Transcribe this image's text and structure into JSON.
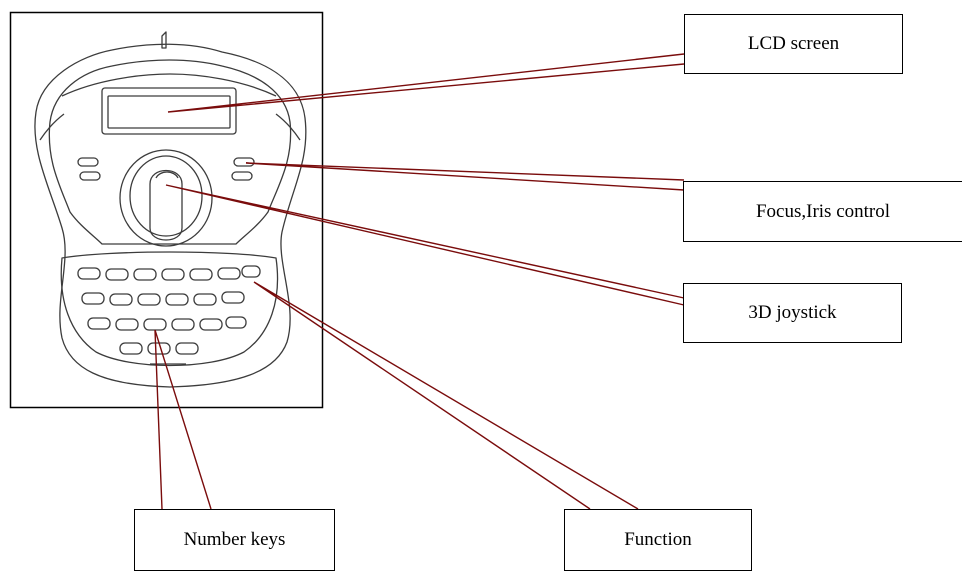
{
  "labels": {
    "lcd_screen": "LCD screen",
    "focus_iris": "Focus,Iris control",
    "joystick": "3D joystick",
    "number_keys": "Number keys",
    "function": "Function"
  },
  "colors": {
    "leader_line": "#7a0c0c",
    "outline": "#3c3c3c",
    "frame": "#000000"
  }
}
